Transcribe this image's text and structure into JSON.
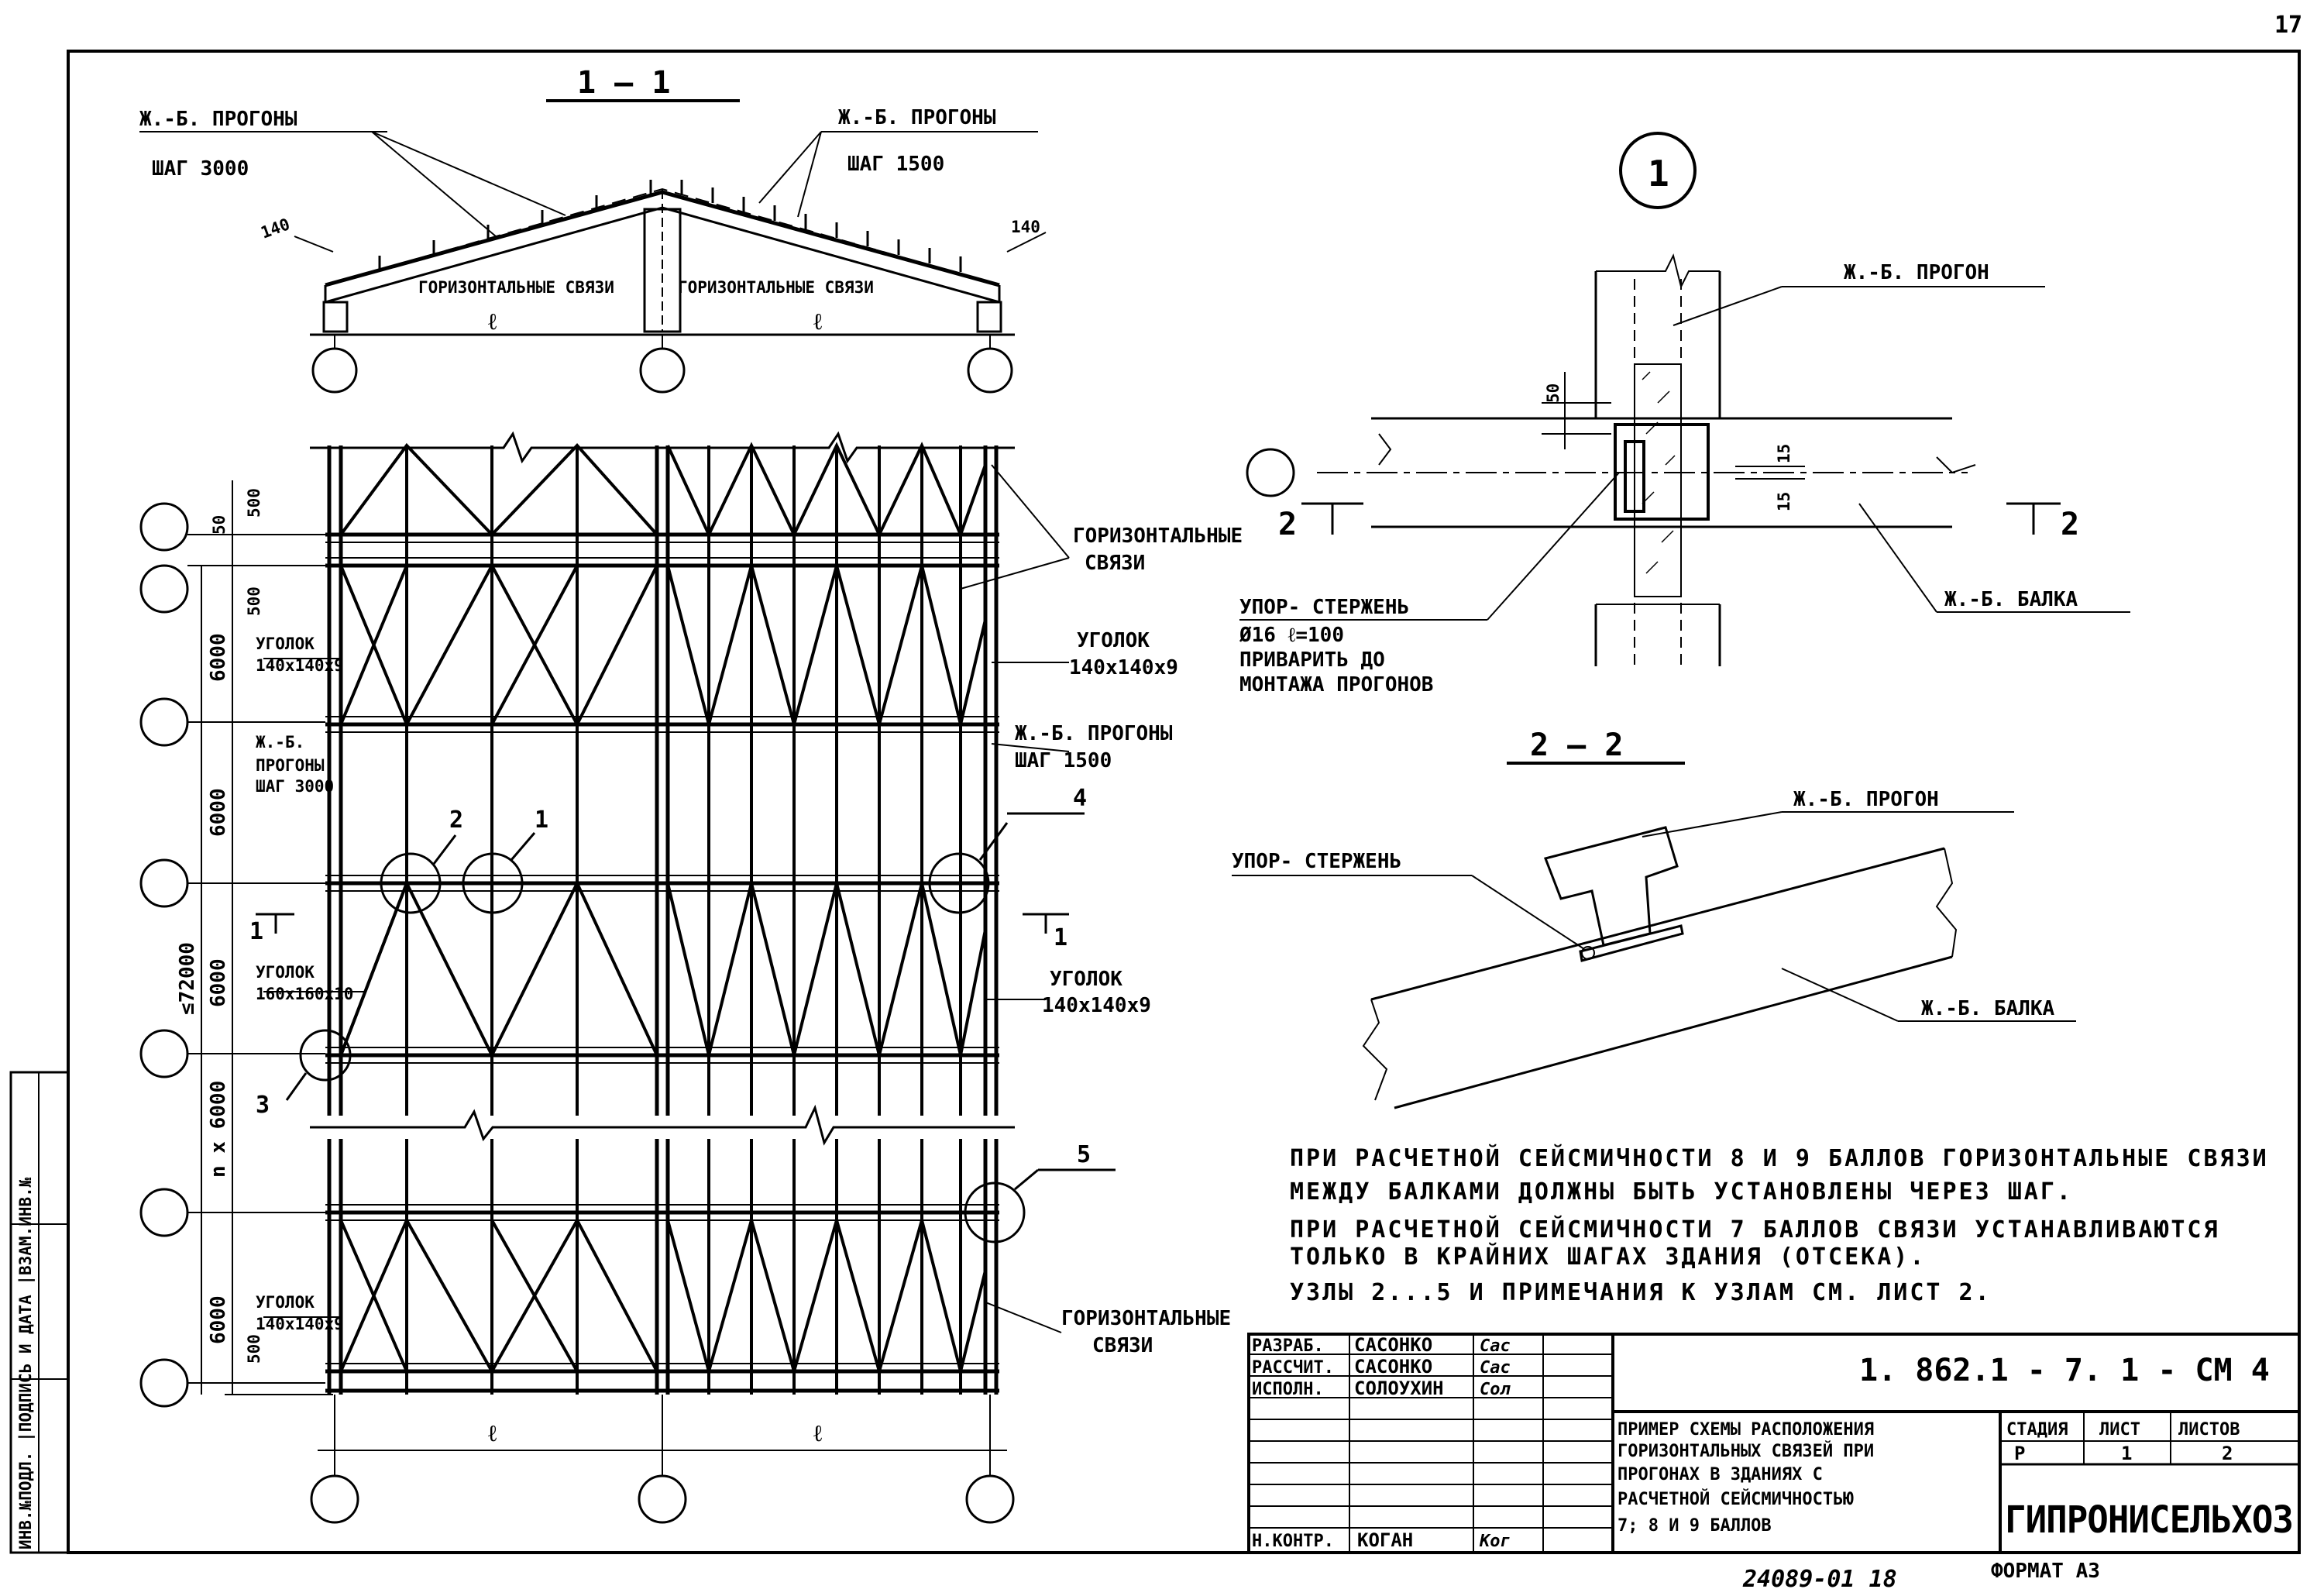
{
  "sheet": {
    "page_number": "17",
    "bottom_code": "24089-01 18",
    "format": "ФОРМАТ А3",
    "side_stamp": "ИНВ.№ПОДЛ. |ПОДПИСЬ И ДАТА |ВЗАМ.ИНВ.№"
  },
  "section11": {
    "title": "1 — 1",
    "left_purlins": "Ж.-Б. ПРОГОНЫ",
    "left_step": "ШАГ 3000",
    "right_purlins": "Ж.-Б. ПРОГОНЫ",
    "right_step": "ШАГ 1500",
    "dim_left": "140",
    "dim_right": "140",
    "bracing_left": "ГОРИЗОНТАЛЬНЫЕ СВЯЗИ",
    "bracing_right": "ГОРИЗОНТАЛЬНЫЕ СВЯЗИ",
    "span_left": "ℓ",
    "span_right": "ℓ"
  },
  "plan": {
    "dim_top_a": "500",
    "dim_top_b": "50",
    "dim_top_c": "500",
    "dim_bay1": "6000",
    "dim_bay2": "6000",
    "dim_bay3": "6000",
    "dim_total": "≤72000",
    "dim_n": "n x 6000",
    "dim_bay_last": "6000",
    "dim_bottom": "500",
    "angle1_a": "УГОЛОК",
    "angle1_b": "140x140x9",
    "purlin_l_a": "Ж.-Б.",
    "purlin_l_b": "ПРОГОНЫ",
    "purlin_l_c": "ШАГ 3000",
    "angle2_a": "УГОЛОК",
    "angle2_b": "160x160x10",
    "angle3_a": "УГОЛОК",
    "angle3_b": "140x140x9",
    "bracing_top_a": "ГОРИЗОНТАЛЬНЫЕ",
    "bracing_top_b": "СВЯЗИ",
    "angle_r1_a": "УГОЛОК",
    "angle_r1_b": "140x140x9",
    "purlin_r_a": "Ж.-Б. ПРОГОНЫ",
    "purlin_r_b": "ШАГ 1500",
    "angle_r2_a": "УГОЛОК",
    "angle_r2_b": "140x140x9",
    "bracing_bot_a": "ГОРИЗОНТАЛЬНЫЕ",
    "bracing_bot_b": "СВЯЗИ",
    "node1": "1",
    "node2": "2",
    "node3": "3",
    "node4": "4",
    "node5": "5",
    "cut_left": "1",
    "cut_right": "1",
    "span_left": "ℓ",
    "span_right": "ℓ"
  },
  "node1": {
    "number": "1",
    "purlin": "Ж.-Б. ПРОГОН",
    "beam": "Ж.-Б. БАЛКА",
    "dim_50": "50",
    "dim_15a": "15",
    "dim_15b": "15",
    "cut_left": "2",
    "cut_right": "2",
    "stop_a": "УПОР- СТЕРЖЕНЬ",
    "stop_b": "Ø16 ℓ=100",
    "stop_c": "ПРИВАРИТЬ ДО",
    "stop_d": "МОНТАЖА ПРОГОНОВ"
  },
  "section22": {
    "title": "2 — 2",
    "purlin": "Ж.-Б. ПРОГОН",
    "stop": "УПОР- СТЕРЖЕНЬ",
    "beam": "Ж.-Б. БАЛКА"
  },
  "notes": {
    "line1": "ПРИ РАСЧЕТНОЙ СЕЙСМИЧНОСТИ 8 И 9 БАЛЛОВ ГОРИЗОНТАЛЬНЫЕ СВЯЗИ",
    "line2": "МЕЖДУ БАЛКАМИ ДОЛЖНЫ БЫТЬ УСТАНОВЛЕНЫ ЧЕРЕЗ ШАГ.",
    "line3": "ПРИ РАСЧЕТНОЙ СЕЙСМИЧНОСТИ 7 БАЛЛОВ СВЯЗИ УСТАНАВЛИВАЮТСЯ",
    "line4": "ТОЛЬКО В КРАЙНИХ ШАГАХ ЗДАНИЯ (ОТСЕКА).",
    "line5": "УЗЛЫ 2...5 И ПРИМЕЧАНИЯ К УЗЛАМ СМ. ЛИСТ 2."
  },
  "title_block": {
    "role1": "РАЗРАБ.",
    "name1": "САСОНКО",
    "sig1": "Сас",
    "role2": "РАССЧИТ.",
    "name2": "САСОНКО",
    "sig2": "Сас",
    "role3": "ИСПОЛН.",
    "name3": "СОЛОУХИН",
    "sig3": "Сол",
    "role4": "Н.КОНТР.",
    "name4": "КОГАН",
    "sig4": "Ког",
    "code": "1. 862.1 - 7. 1 - СМ 4",
    "desc1": "ПРИМЕР СХЕМЫ РАСПОЛОЖЕНИЯ",
    "desc2": "ГОРИЗОНТАЛЬНЫХ СВЯЗЕЙ ПРИ",
    "desc3": "ПРОГОНАХ В ЗДАНИЯХ С",
    "desc4": "РАСЧЕТНОЙ СЕЙСМИЧНОСТЬЮ",
    "desc5": "7; 8 И 9 БАЛЛОВ",
    "stage_h": "СТАДИЯ",
    "sheet_h": "ЛИСТ",
    "sheets_h": "ЛИСТОВ",
    "stage": "Р",
    "sheet": "1",
    "sheets": "2",
    "org": "ГИПРОНИСЕЛЬХОЗ"
  }
}
